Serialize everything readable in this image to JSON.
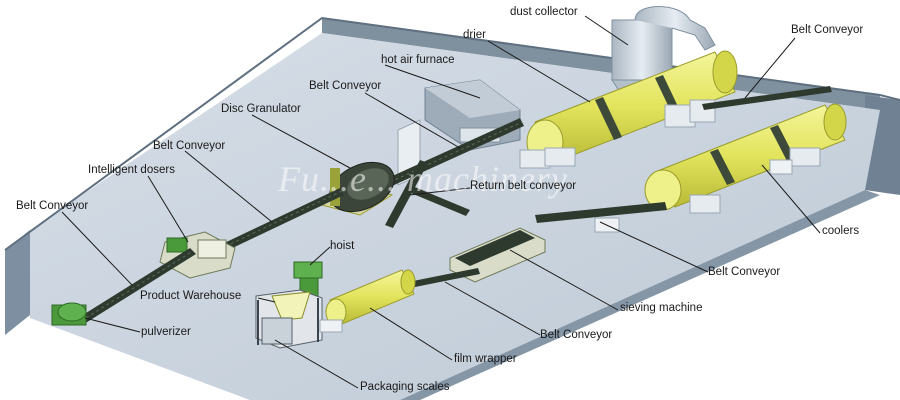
{
  "labels": {
    "dust_collector": "dust collector",
    "drier": "drier",
    "belt_conveyor_top_right": "Belt Conveyor",
    "hot_air_furnace": "hot air furnace",
    "belt_conveyor_center": "Belt Conveyor",
    "disc_granulator": "Disc Granulator",
    "belt_conveyor_left": "Belt Conveyor",
    "intelligent_dosers": "Intelligent dosers",
    "belt_conveyor_far_left": "Belt Conveyor",
    "return_belt_conveyor": "Return belt conveyor",
    "hoist": "hoist",
    "product_warehouse": "Product Warehouse",
    "pulverizer": "pulverizer",
    "coolers": "coolers",
    "belt_conveyor_right_lower": "Belt Conveyor",
    "sieving_machine": "sieving machine",
    "belt_conveyor_bottom": "Belt Conveyor",
    "film_wrapper": "film wrapper",
    "packaging_scales": "Packaging scales"
  },
  "watermark": "Fu...e... machinery",
  "colors": {
    "floor": "#c9d4df",
    "wall": "#8fa0b0",
    "wall_dark": "#6f8193",
    "machine_yellow": "#e6e86a",
    "machine_green": "#4a9a3c",
    "conveyor": "#2f3a2f",
    "duct": "#c8d2dc",
    "leader": "#1a1a1a"
  }
}
